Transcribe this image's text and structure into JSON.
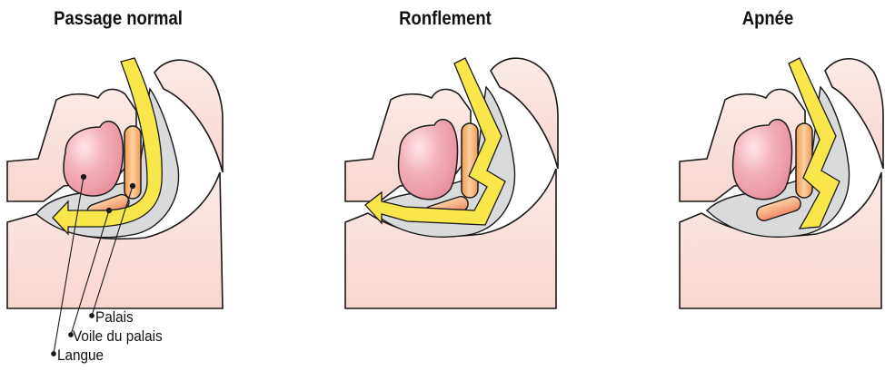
{
  "panels": [
    {
      "title": "Passage normal",
      "state": "normal"
    },
    {
      "title": "Ronflement",
      "state": "snoring"
    },
    {
      "title": "Apnée",
      "state": "apnea"
    }
  ],
  "labels": {
    "palais": "Palais",
    "voile_du_palais": "Voile du palais",
    "langue": "Langue"
  },
  "colors": {
    "skin": "#fbe3df",
    "skin_outline": "#1a1a1a",
    "airway": "#d8d9db",
    "tongue": "#f1a8b3",
    "tongue_highlight": "#fbe0e4",
    "soft_palate": "#f6a35a",
    "soft_palate_highlight": "#fbd3a8",
    "airflow": "#f8e64a"
  }
}
